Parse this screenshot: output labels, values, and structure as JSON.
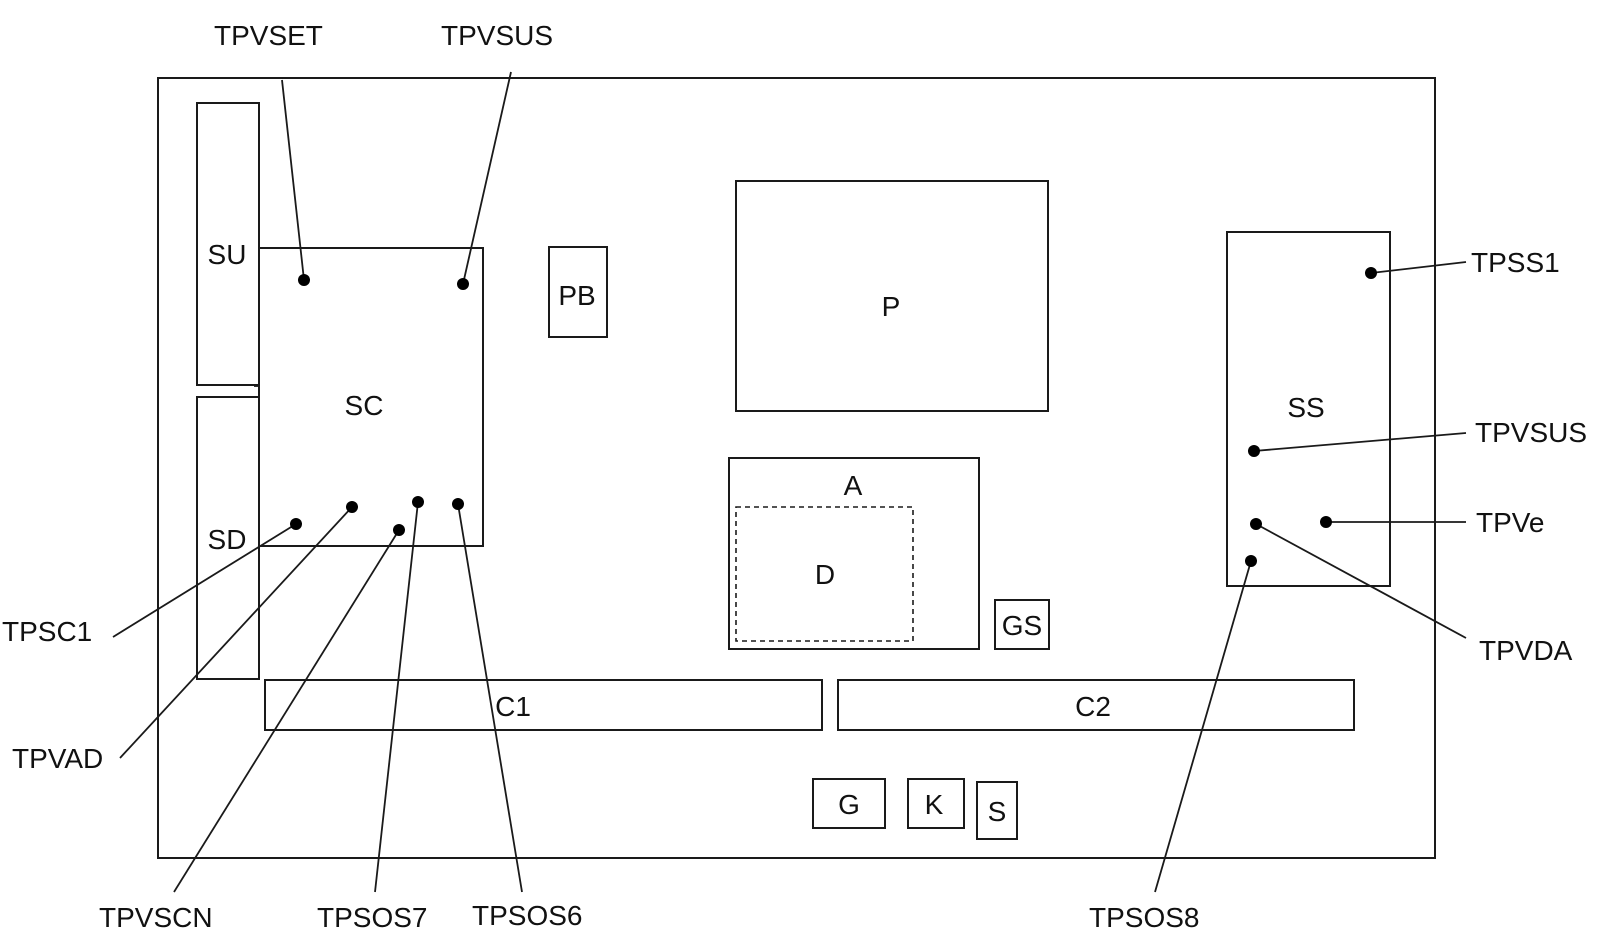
{
  "components": {
    "su": "SU",
    "sd": "SD",
    "sc": "SC",
    "pb": "PB",
    "p": "P",
    "a": "A",
    "d": "D",
    "gs": "GS",
    "ss": "SS",
    "c1": "C1",
    "c2": "C2",
    "g": "G",
    "k": "K",
    "s": "S"
  },
  "test_points": {
    "tpvset": "TPVSET",
    "tpvsus_top": "TPVSUS",
    "tpss1": "TPSS1",
    "tpvsus_right": "TPVSUS",
    "tpve": "TPVe",
    "tpvda": "TPVDA",
    "tpsc1": "TPSC1",
    "tpvad": "TPVAD",
    "tpvscn": "TPVSCN",
    "tpsos7": "TPSOS7",
    "tpsos6": "TPSOS6",
    "tpsos8": "TPSOS8"
  },
  "colors": {
    "line": "#1a1a1a",
    "background": "#ffffff"
  }
}
